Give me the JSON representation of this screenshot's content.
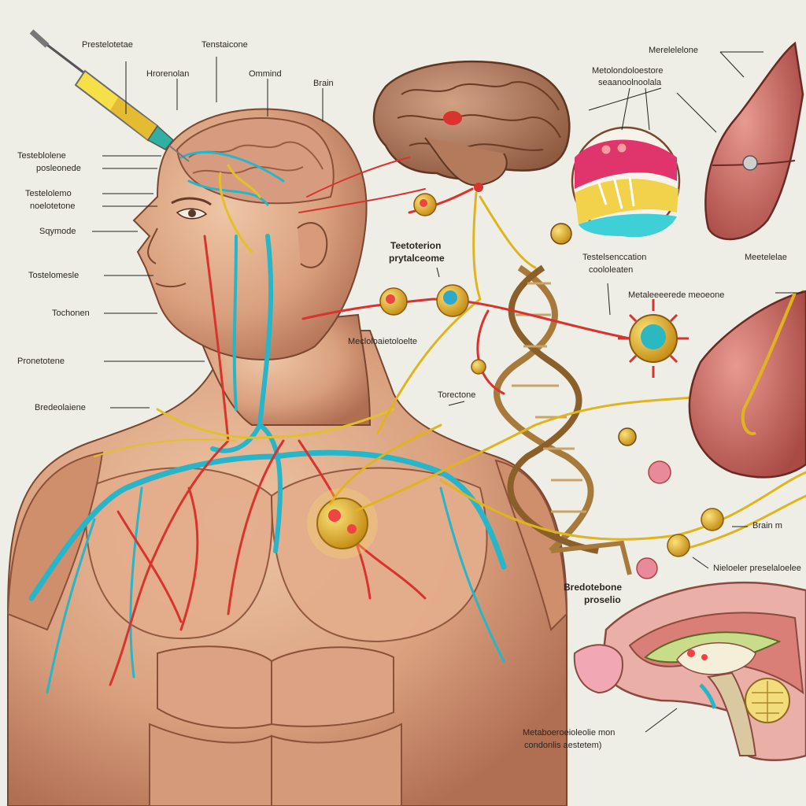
{
  "labels": {
    "prestelotetae": "Prestelotetae",
    "tenstaicone": "Tenstaicone",
    "hrorenolan": "Hrorenolan",
    "ommind": "Ommind",
    "brain_top": "Brain",
    "testeblolene_1": "Testeblolene",
    "posleonede": "posleonede",
    "testelolemo": "Testelolemo",
    "noelotetone": "noelotetone",
    "sqymode": "Sqymode",
    "tostelomesle": "Tostelomesle",
    "tochonen": "Tochonen",
    "pronetotene": "Pronetotene",
    "bredeolaiene": "Bredeolaiene",
    "teetotertion_1": "Teetoterion",
    "teetotertion_2": "prytalceome",
    "mecloloaietoloelte": "Mecloloaietoloelte",
    "torectone": "Torectone",
    "metolendoloie_1": "Metolondoloestore",
    "metolendoloie_2": "seaanoolnoolala",
    "merelelelone": "Merelelelone",
    "testeblolne_2": "Testelsenccation",
    "coololeaten": "coololeaten",
    "meelelelae": "Meetelelae",
    "metealeeeeede": "Metaleeeerede meoeone",
    "brain_right": "Brain m",
    "nieloeler": "Nieloeler preselaloelee",
    "bredotebone_1": "Bredotebone",
    "bredotebone_2": "proselio",
    "metaboe_1": "Metaboeroeioleolie mon",
    "metaboe_2": "condonlis aestetem)"
  }
}
